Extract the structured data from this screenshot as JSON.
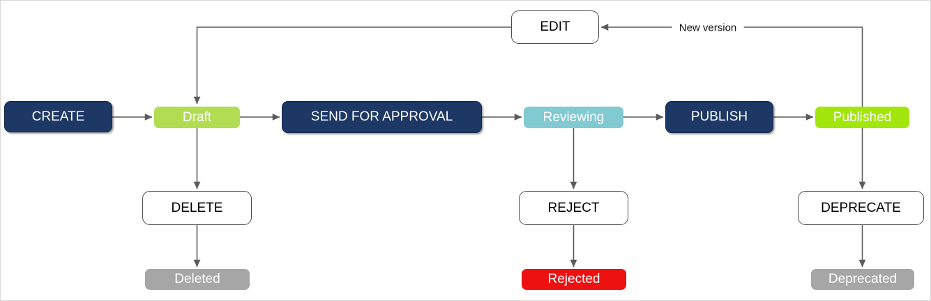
{
  "diagram": {
    "nodes": {
      "create": {
        "label": "CREATE",
        "kind": "action"
      },
      "draft": {
        "label": "Draft",
        "kind": "state"
      },
      "send_for_approval": {
        "label": "SEND FOR APPROVAL",
        "kind": "action"
      },
      "reviewing": {
        "label": "Reviewing",
        "kind": "state"
      },
      "publish": {
        "label": "PUBLISH",
        "kind": "action"
      },
      "published": {
        "label": "Published",
        "kind": "state"
      },
      "edit": {
        "label": "EDIT",
        "kind": "action"
      },
      "delete": {
        "label": "DELETE",
        "kind": "action"
      },
      "deleted": {
        "label": "Deleted",
        "kind": "state"
      },
      "reject": {
        "label": "REJECT",
        "kind": "action"
      },
      "rejected": {
        "label": "Rejected",
        "kind": "state"
      },
      "deprecate": {
        "label": "DEPRECATE",
        "kind": "action"
      },
      "deprecated": {
        "label": "Deprecated",
        "kind": "state"
      }
    },
    "edge_labels": {
      "new_version": "New version"
    },
    "edges": [
      {
        "from": "CREATE",
        "to": "Draft"
      },
      {
        "from": "Draft",
        "to": "SEND FOR APPROVAL"
      },
      {
        "from": "SEND FOR APPROVAL",
        "to": "Reviewing"
      },
      {
        "from": "Reviewing",
        "to": "PUBLISH"
      },
      {
        "from": "PUBLISH",
        "to": "Published"
      },
      {
        "from": "Draft",
        "to": "DELETE"
      },
      {
        "from": "DELETE",
        "to": "Deleted"
      },
      {
        "from": "Reviewing",
        "to": "REJECT"
      },
      {
        "from": "REJECT",
        "to": "Rejected"
      },
      {
        "from": "Published",
        "to": "DEPRECATE"
      },
      {
        "from": "DEPRECATE",
        "to": "Deprecated"
      },
      {
        "from": "EDIT",
        "to": "Draft"
      },
      {
        "from": "Published",
        "to": "EDIT",
        "label": "New version"
      }
    ],
    "colors": {
      "navy": "#1d3864",
      "draft_green": "#b2dd53",
      "published_green": "#a2e60d",
      "reviewing_teal": "#81cad2",
      "neutral_gray": "#a6a6a6",
      "rejected_red": "#ee1111",
      "connector_gray": "#5c5c5c"
    }
  }
}
